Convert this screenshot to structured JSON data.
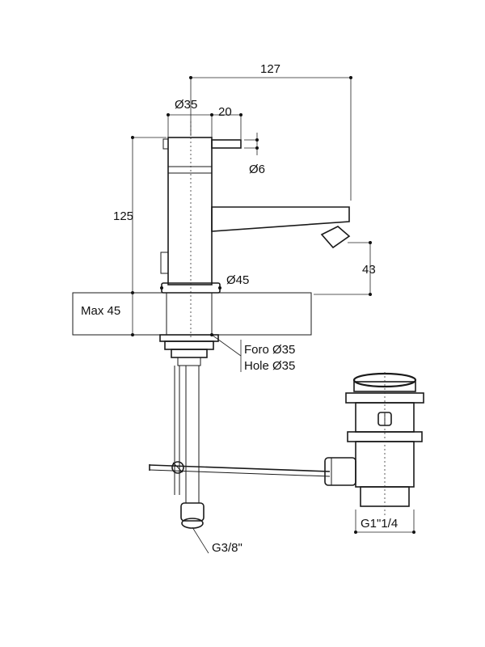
{
  "dimensions": {
    "spout_reach": "127",
    "body_diameter": "Ø35",
    "lever_length": "20",
    "lever_diameter": "Ø6",
    "height": "125",
    "spout_clearance": "43",
    "flange_diameter": "Ø45",
    "max_deck_thickness": "Max 45",
    "hole_it": "Foro Ø35",
    "hole_en": "Hole Ø35",
    "supply_thread": "G3/8\"",
    "waste_thread": "G1\"1/4"
  }
}
